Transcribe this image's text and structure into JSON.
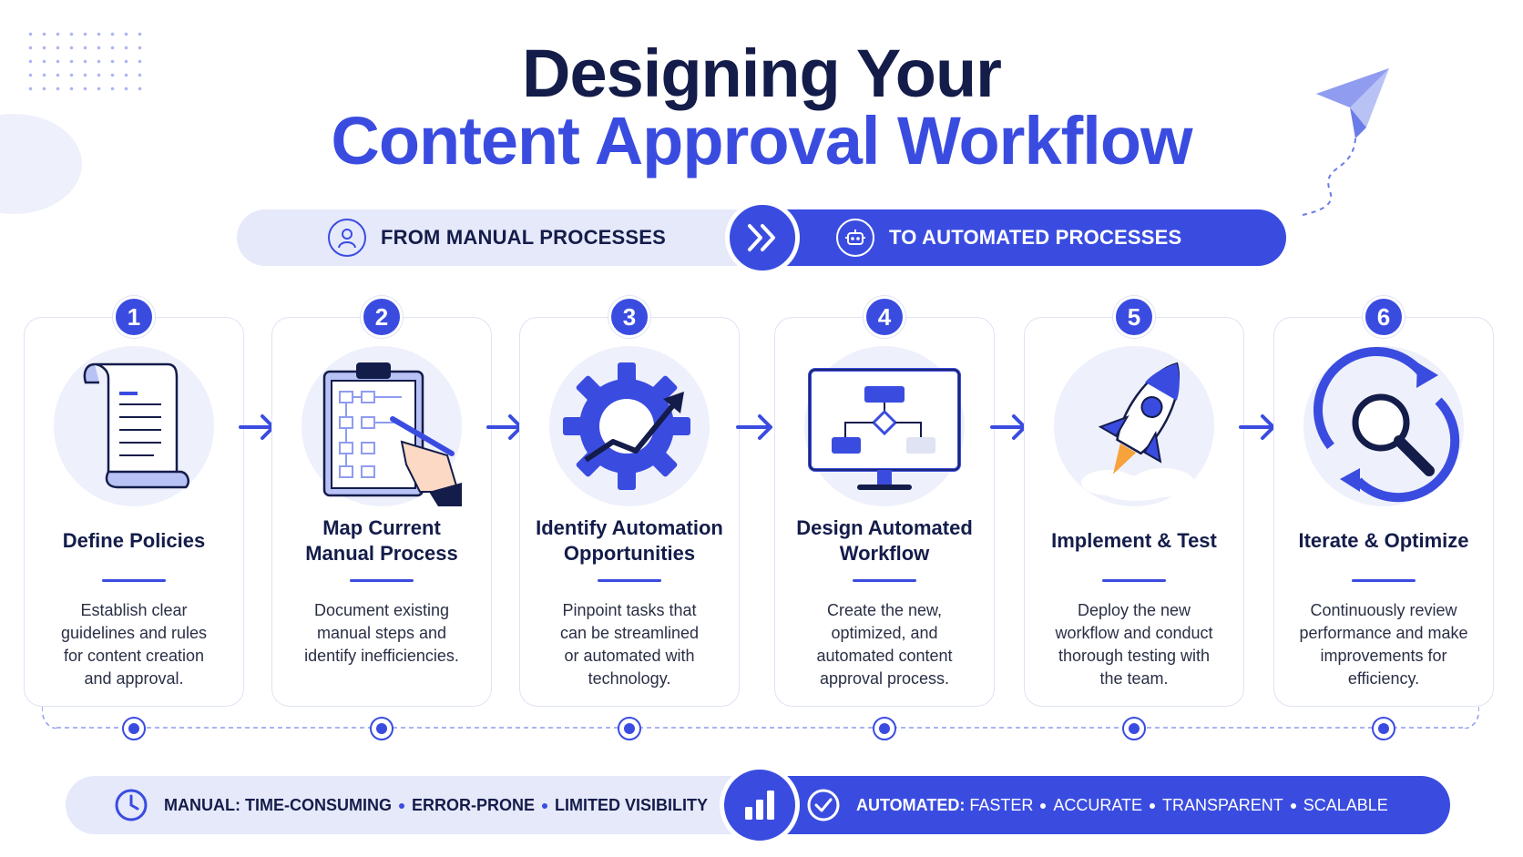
{
  "title": {
    "line1": "Designing Your",
    "line2": "Content Approval Workflow"
  },
  "banner": {
    "from_label": "FROM MANUAL PROCESSES",
    "to_label": "TO AUTOMATED PROCESSES",
    "from_icon": "user-icon",
    "to_icon": "robot-icon",
    "mid_icon": "double-chevron-right-icon"
  },
  "steps": [
    {
      "number": "1",
      "title_lines": [
        "Define Policies",
        ""
      ],
      "icon": "scroll-document-icon",
      "desc_lines": [
        "Establish clear",
        "guidelines and rules",
        "for content creation",
        "and approval."
      ]
    },
    {
      "number": "2",
      "title_lines": [
        "Map Current",
        "Manual Process"
      ],
      "icon": "clipboard-flowchart-icon",
      "desc_lines": [
        "Document existing",
        "manual steps and",
        "identify inefficiencies.",
        ""
      ]
    },
    {
      "number": "3",
      "title_lines": [
        "Identify Automation",
        "Opportunities"
      ],
      "icon": "gear-growth-icon",
      "desc_lines": [
        "Pinpoint tasks that",
        "can be streamlined",
        "or automated with",
        "technology."
      ]
    },
    {
      "number": "4",
      "title_lines": [
        "Design Automated",
        "Workflow"
      ],
      "icon": "monitor-flowchart-icon",
      "desc_lines": [
        "Create the new,",
        "optimized, and",
        "automated content",
        "approval process."
      ]
    },
    {
      "number": "5",
      "title_lines": [
        "Implement & Test",
        ""
      ],
      "icon": "rocket-icon",
      "desc_lines": [
        "Deploy the new",
        "workflow and conduct",
        "thorough testing with",
        "the team."
      ]
    },
    {
      "number": "6",
      "title_lines": [
        "Iterate & Optimize",
        ""
      ],
      "icon": "cycle-magnifier-icon",
      "desc_lines": [
        "Continuously review",
        "performance and make",
        "improvements for",
        "efficiency."
      ]
    }
  ],
  "footer": {
    "manual_prefix": "MANUAL:",
    "manual_items": [
      "TIME-CONSUMING",
      "ERROR-PRONE",
      "LIMITED VISIBILITY"
    ],
    "automated_prefix": "AUTOMATED:",
    "automated_items": [
      "FASTER",
      "ACCURATE",
      "TRANSPARENT",
      "SCALABLE"
    ],
    "left_icon": "clock-icon",
    "mid_icon": "bar-chart-icon",
    "right_icon": "check-circle-icon"
  },
  "colors": {
    "primary": "#3a4ce0",
    "navy": "#141c4a",
    "light": "#e6e9fa"
  }
}
